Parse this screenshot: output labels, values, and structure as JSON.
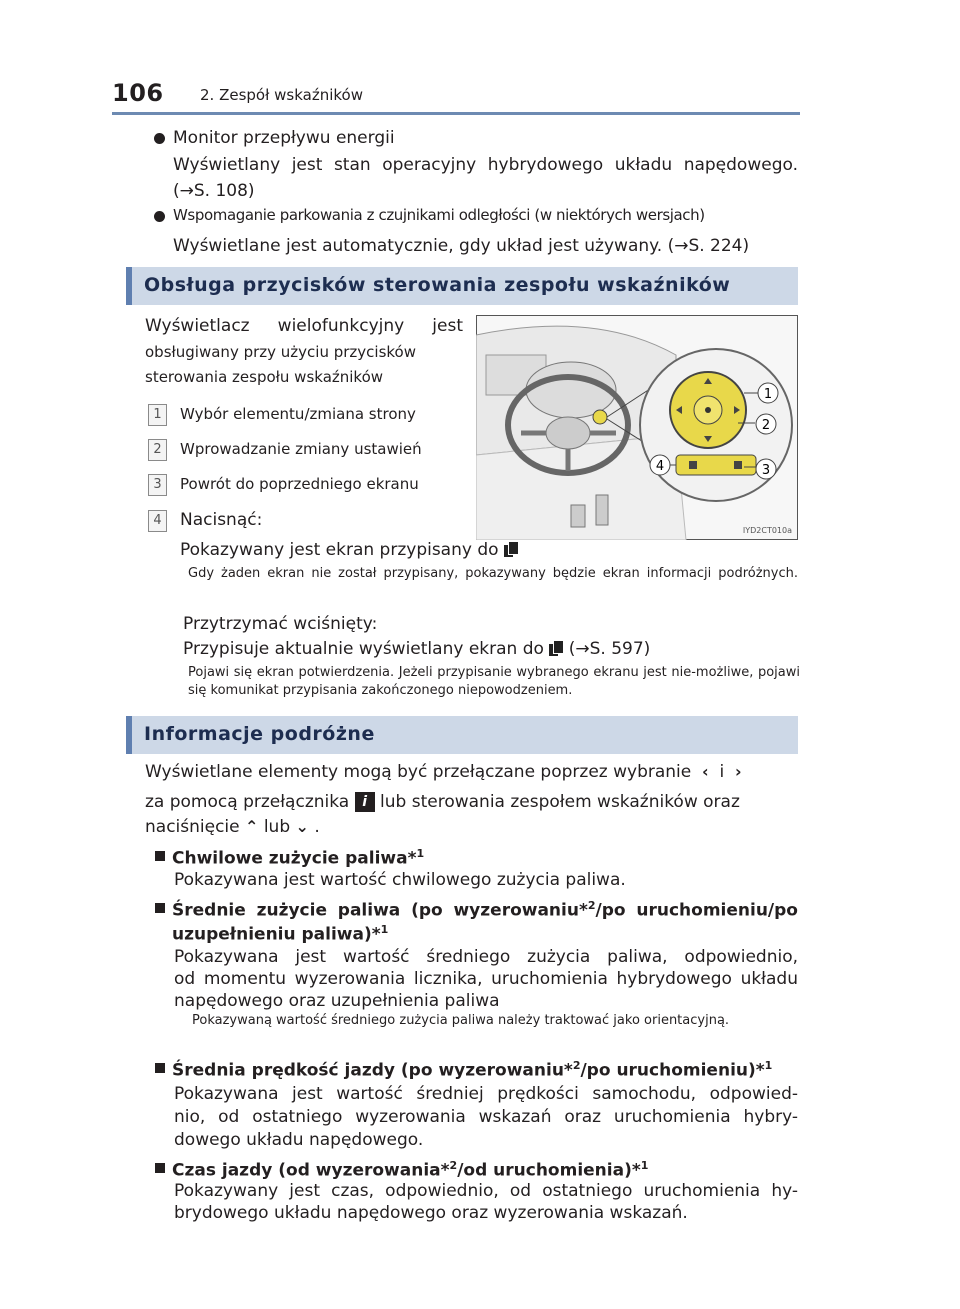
{
  "header": {
    "page_number": "106",
    "chapter": "2. Zespół wskaźników"
  },
  "intro": {
    "bullet1_title": "Monitor przepływu energii",
    "bullet1_text": "Wyświetlany jest stan operacyjny hybrydowego układu napędowego.",
    "bullet1_ref": "(→S. 108)",
    "bullet2_title": "Wspomaganie parkowania z czujnikami odległości (w niektórych wersjach)",
    "bullet2_text": "Wyświetlane jest automatycznie, gdy układ jest używany. (→S. 224)"
  },
  "section1": {
    "title": "Obsługa przycisków sterowania zespołu wskaźników",
    "intro_lines": [
      "Wyświetlacz wielofunkcyjny jest",
      "obsługiwany przy użyciu przycisków",
      "sterowania zespołu wskaźników"
    ],
    "items": [
      {
        "num": "1",
        "label": "Wybór elementu/zmiana strony"
      },
      {
        "num": "2",
        "label": "Wprowadzanie zmiany ustawień"
      },
      {
        "num": "3",
        "label": "Powrót do poprzedniego ekranu"
      },
      {
        "num": "4",
        "label": "Nacisnąć:"
      }
    ],
    "press_text": "Pokazywany jest ekran przypisany do",
    "press_note": "Gdy żaden ekran nie został przypisany, pokazywany będzie ekran informacji podróżnych.",
    "hold_label": "Przytrzymać wciśnięty:",
    "hold_text": "Przypisuje aktualnie wyświetlany ekran do",
    "hold_ref": "(→S. 597)",
    "hold_note": "Pojawi się ekran potwierdzenia. Jeżeli przypisanie wybranego ekranu jest nie-możliwe, pojawi się komunikat przypisania zakończonego niepowodzeniem.",
    "image_caption": "IYD2CT010a",
    "callouts": [
      "1",
      "2",
      "3",
      "4"
    ]
  },
  "section2": {
    "title": "Informacje podróżne",
    "intro_line1": "Wyświetlane elementy mogą być przełączane poprzez wybranie",
    "intro_and": "i",
    "intro_line2a": "za pomocą przełącznika",
    "intro_line2b": "lub sterowania zespołem wskaźników oraz",
    "intro_line3a": "naciśnięcie",
    "intro_line3b": "lub",
    "items": [
      {
        "title": "Chwilowe zużycie paliwa*",
        "sup": "1",
        "text": "Pokazywana jest wartość chwilowego zużycia paliwa."
      },
      {
        "title_a": "Średnie zużycie paliwa (po wyzerowaniu*",
        "sup_a": "2",
        "title_b": "/po uruchomieniu/po",
        "title_c": "uzupełnieniu paliwa)*",
        "sup_c": "1",
        "text": [
          "Pokazywana jest wartość średniego zużycia paliwa, odpowiednio,",
          "od momentu wyzerowania licznika, uruchomienia hybrydowego układu",
          "napędowego oraz uzupełnienia paliwa"
        ],
        "note": "Pokazywaną wartość średniego zużycia paliwa należy traktować jako orientacyjną."
      },
      {
        "title_a": "Średnia prędkość jazdy (po wyzerowaniu*",
        "sup_a": "2",
        "title_b": "/po uruchomieniu)*",
        "sup_b": "1",
        "text": [
          "Pokazywana jest wartość średniej prędkości samochodu, odpowied-",
          "nio, od ostatniego wyzerowania wskazań oraz uruchomienia hybry-",
          "dowego układu napędowego."
        ]
      },
      {
        "title_a": "Czas jazdy (od wyzerowania*",
        "sup_a": "2",
        "title_b": "/od uruchomienia)*",
        "sup_b": "1",
        "text": [
          "Pokazywany jest czas, odpowiednio, od ostatniego uruchomienia hy-",
          "brydowego układu napędowego oraz wyzerowania wskazań."
        ]
      }
    ]
  },
  "colors": {
    "rule": "#6d8ab2",
    "section_bg": "#cdd8e7",
    "section_bar": "#5f7fb0",
    "knob": "#e8d84a"
  }
}
